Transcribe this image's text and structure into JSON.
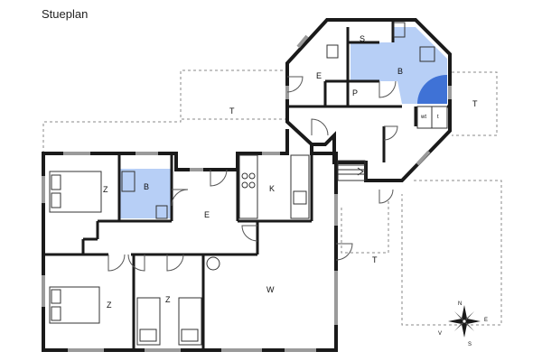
{
  "title": "Stueplan",
  "rooms": {
    "terrace_main": "T",
    "terrace_right": "T",
    "terrace_lower": "T",
    "bath_octagon": "B",
    "storage_s": "S",
    "entry_octagon": "E",
    "pantry_p": "P",
    "washer": "wt",
    "dryer": "t",
    "bedroom_top": "Z",
    "bath_main": "B",
    "entry_main": "E",
    "kitchen": "K",
    "bedroom_bottom_left": "Z",
    "bedroom_bottom_mid": "Z",
    "living": "W"
  },
  "compass": {
    "n": "N",
    "e": "E",
    "s": "S",
    "w": "V"
  }
}
